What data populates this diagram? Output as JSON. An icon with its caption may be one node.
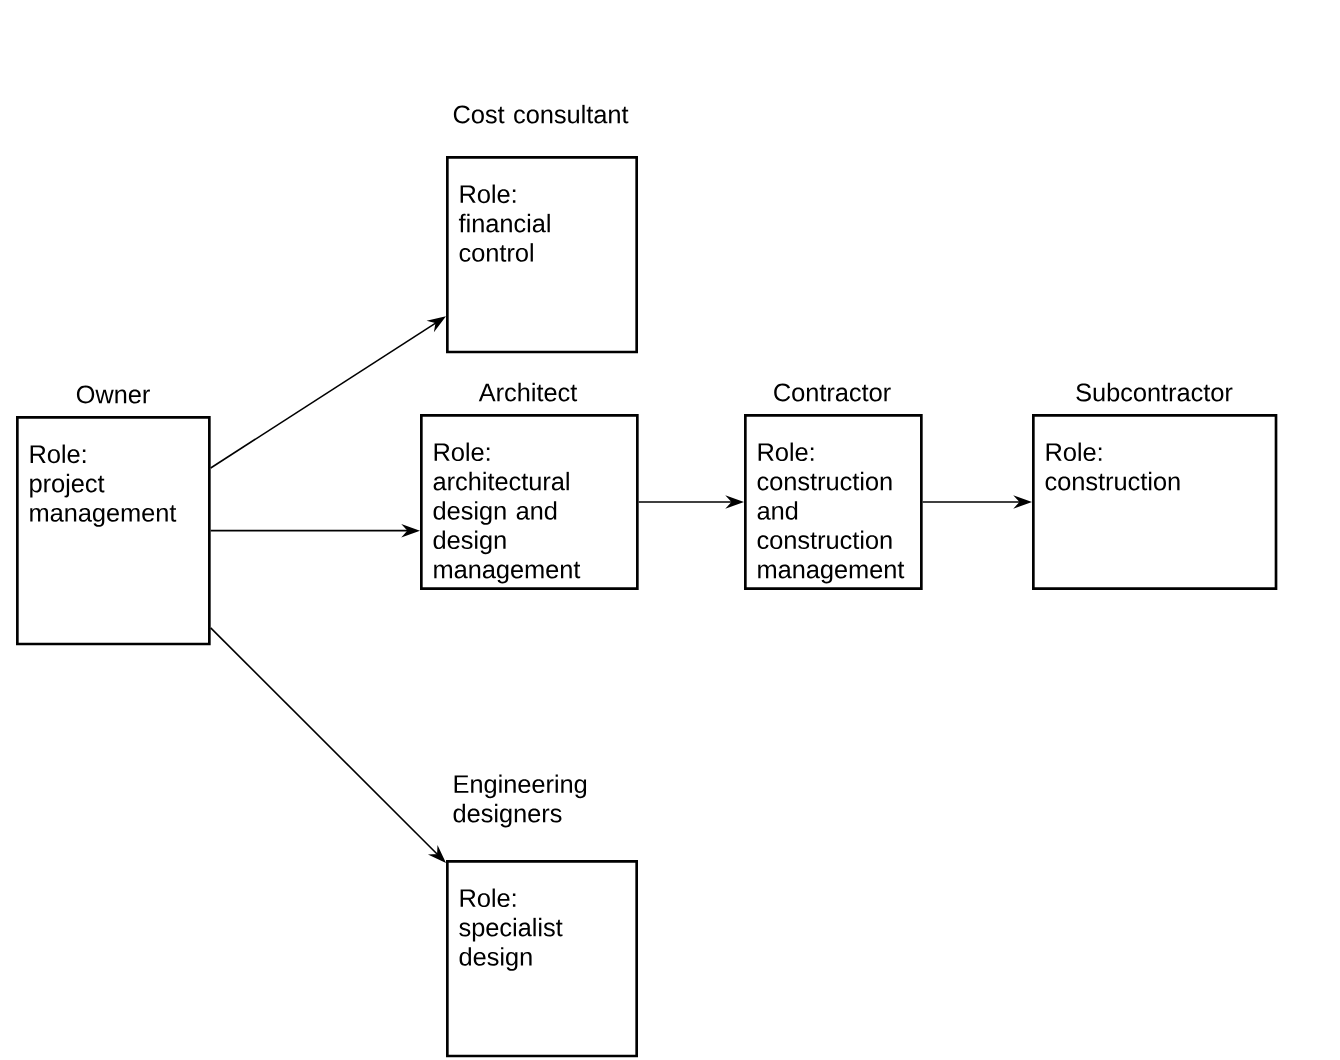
{
  "diagram": {
    "nodes": [
      {
        "text": [
          "Owner",
          "Role:",
          "project management"
        ]
      },
      {
        "text": [
          "Cost consultant",
          "Role:",
          "financial control"
        ]
      },
      {
        "text": [
          "Architect",
          "Role:",
          "architectural design and design management"
        ]
      },
      {
        "text": [
          "Contractor",
          "Role:",
          "construction and construction management"
        ]
      },
      {
        "text": [
          "Subcontractor",
          "Role:",
          "construction"
        ]
      },
      {
        "text": [
          "Engineering designers",
          "Role:",
          "specialist design"
        ]
      }
    ],
    "edges": [
      {
        "from": 0,
        "to": 1,
        "arrow": "to"
      },
      {
        "from": 0,
        "to": 2,
        "arrow": "to"
      },
      {
        "from": 2,
        "to": 3,
        "arrow": "to"
      },
      {
        "from": 3,
        "to": 4,
        "arrow": "to"
      },
      {
        "from": 0,
        "to": 5,
        "arrow": "to"
      }
    ]
  }
}
